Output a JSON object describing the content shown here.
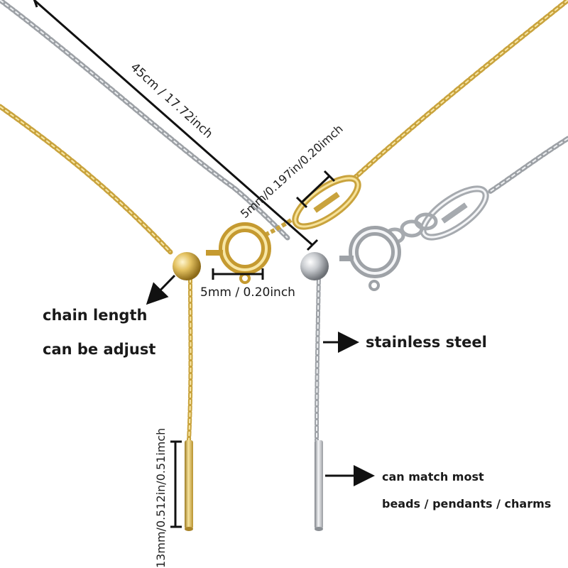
{
  "colors": {
    "gold": "#d4b04a",
    "gold_light": "#f3dc8e",
    "gold_dark": "#9c7a22",
    "silver": "#b9bcc0",
    "silver_light": "#f2f3f5",
    "silver_dark": "#6f7378",
    "line": "#111111"
  },
  "annotations": {
    "length": "45cm / 17.72inch",
    "link_size": "5mm/0.197in/0.20imch",
    "clasp_size": "5mm / 0.20inch",
    "pin_size": "13mm/0.512in/0.51imch",
    "chain_note_1": "chain length",
    "chain_note_2": "can be adjust",
    "material": "stainless steel",
    "match_1": "can match most",
    "match_2": "beads / pendants / charms"
  },
  "icons": [
    "arrow-icon",
    "dimension-line-icon"
  ]
}
